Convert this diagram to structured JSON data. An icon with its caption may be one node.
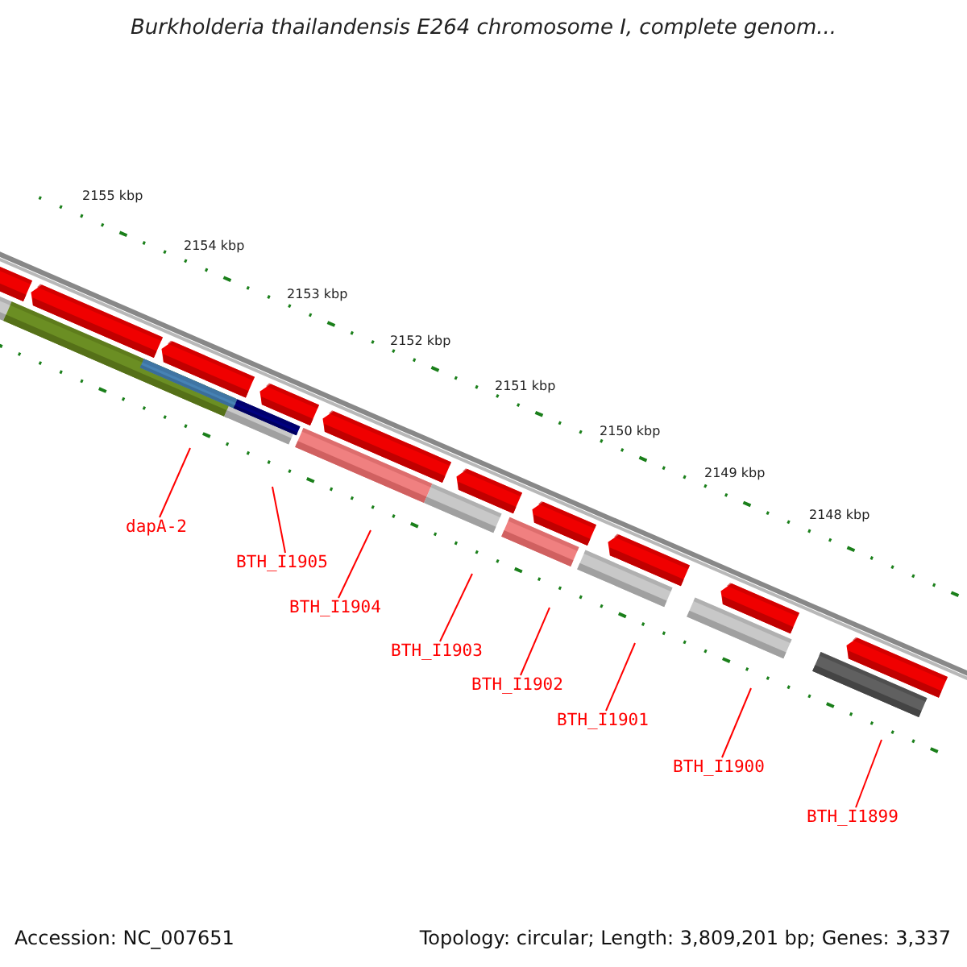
{
  "diagram": {
    "title": "Burkholderia thailandensis E264 chromosome I, complete genom...",
    "nodes": [
      {
        "text": [
          "dapA-2"
        ]
      },
      {
        "text": [
          "BTH_I1905"
        ]
      },
      {
        "text": [
          "BTH_I1904"
        ]
      },
      {
        "text": [
          "BTH_I1903"
        ]
      },
      {
        "text": [
          "BTH_I1902"
        ]
      },
      {
        "text": [
          "BTH_I1901"
        ]
      },
      {
        "text": [
          "BTH_I1900"
        ]
      },
      {
        "text": [
          "BTH_I1899"
        ]
      }
    ],
    "edges": [
      {
        "from": 0,
        "to": null,
        "arrow": "none"
      },
      {
        "from": 1,
        "to": null,
        "arrow": "none"
      },
      {
        "from": 2,
        "to": null,
        "arrow": "none"
      },
      {
        "from": 3,
        "to": null,
        "arrow": "none"
      },
      {
        "from": 4,
        "to": null,
        "arrow": "none"
      },
      {
        "from": 5,
        "to": null,
        "arrow": "none"
      },
      {
        "from": 6,
        "to": null,
        "arrow": "none"
      },
      {
        "from": 7,
        "to": null,
        "arrow": "none"
      }
    ],
    "labels": [
      "2155 kbp",
      "2154 kbp",
      "2153 kbp",
      "2152 kbp",
      "2151 kbp",
      "2150 kbp",
      "2149 kbp",
      "2148 kbp",
      "Accession: NC_007651",
      "Topology: circular; Length: 3,809,201 bp; Genes: 3,337"
    ]
  }
}
